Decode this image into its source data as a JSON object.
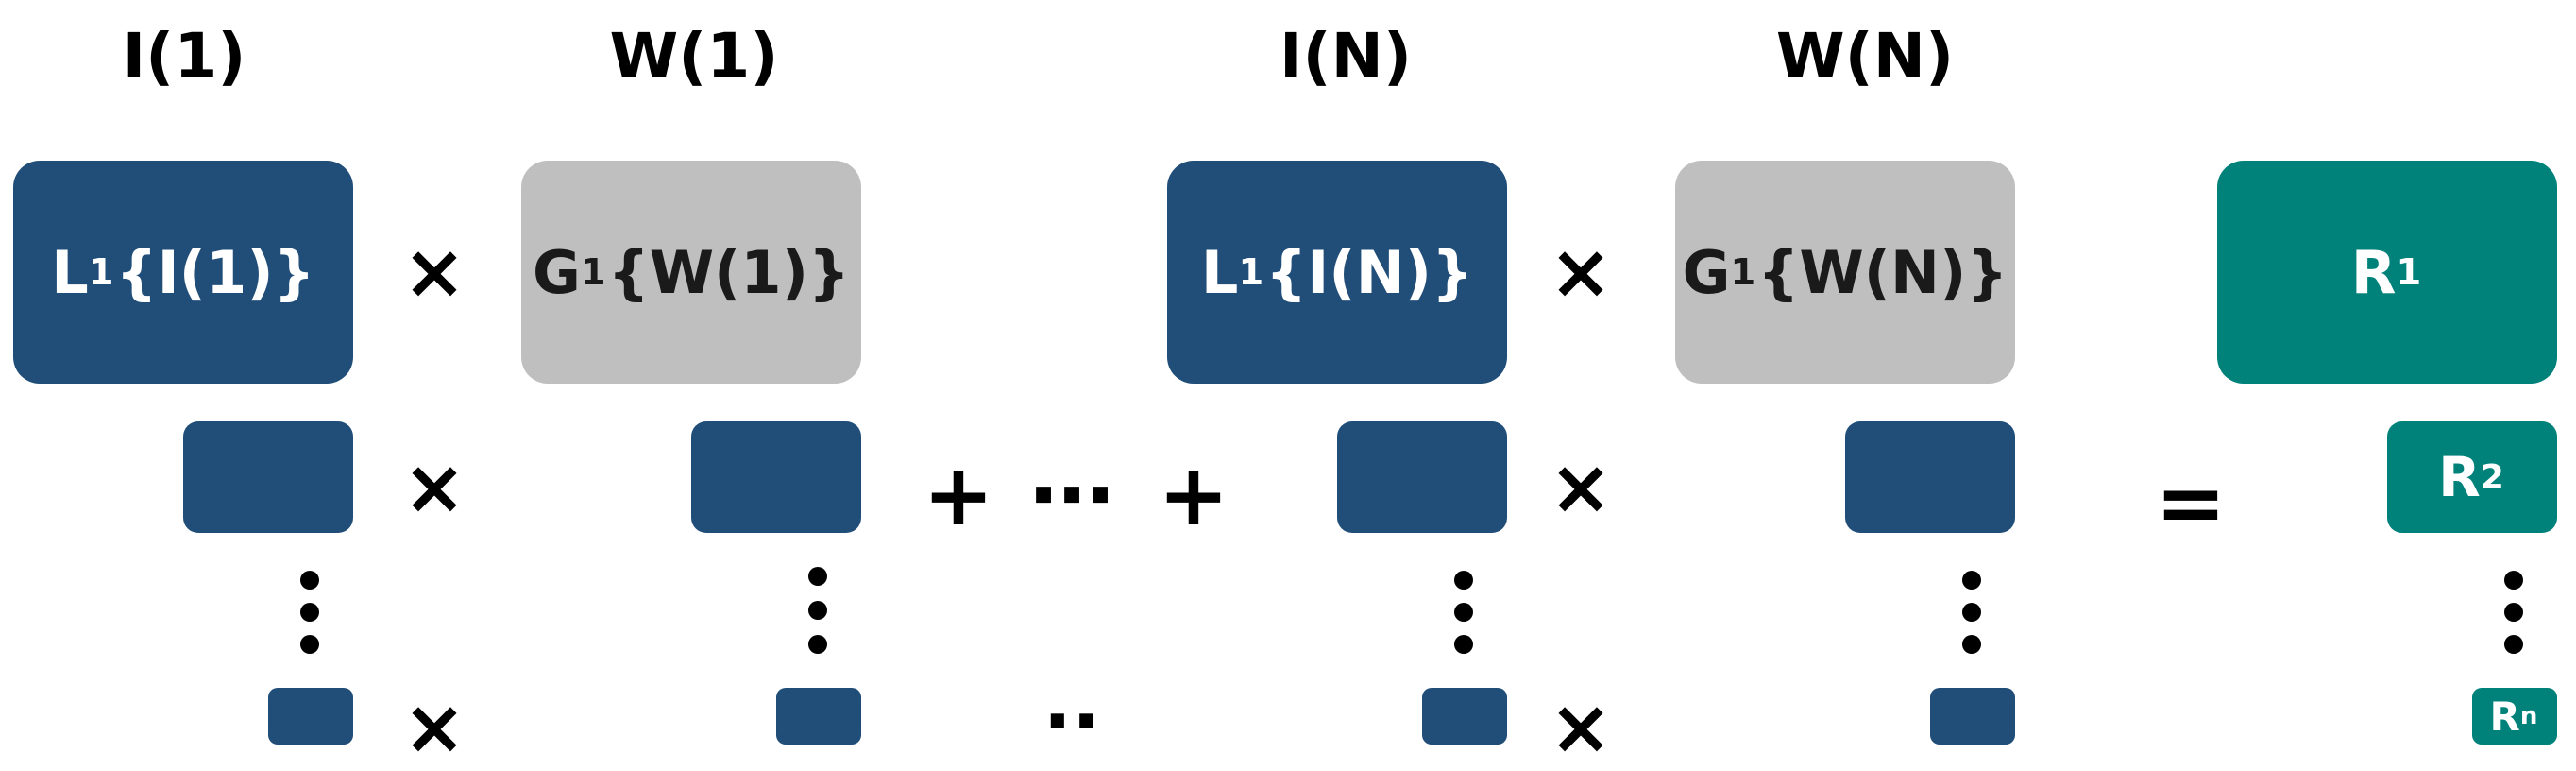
{
  "headers": {
    "input_1": "I(1)",
    "weight_1": "W(1)",
    "input_n": "I(N)",
    "weight_n": "W(N)"
  },
  "blocks": {
    "input_1": {
      "main": "L",
      "sub": "1",
      "rest": "{I(1)}"
    },
    "weight_1": {
      "main": "G",
      "sub": "1",
      "rest": "{W(1)}"
    },
    "input_n": {
      "main": "L",
      "sub": "1",
      "rest": "{I(N)}"
    },
    "weight_n": {
      "main": "G",
      "sub": "1",
      "rest": "{W(N)}"
    }
  },
  "results": {
    "r1": {
      "main": "R",
      "sub": "1"
    },
    "r2": {
      "main": "R",
      "sub": "2"
    },
    "rn": {
      "main": "R",
      "sub": "n"
    }
  },
  "operators": {
    "multiply": "×",
    "plus": "+",
    "ellipsis": "⋯",
    "double_dot": "··",
    "equals": "="
  },
  "colors": {
    "input_block": "#204e79",
    "weight_block": "#bfbfbf",
    "result_block": "#00827b",
    "text_dark": "#1a1a1a",
    "text_light": "#ffffff"
  }
}
